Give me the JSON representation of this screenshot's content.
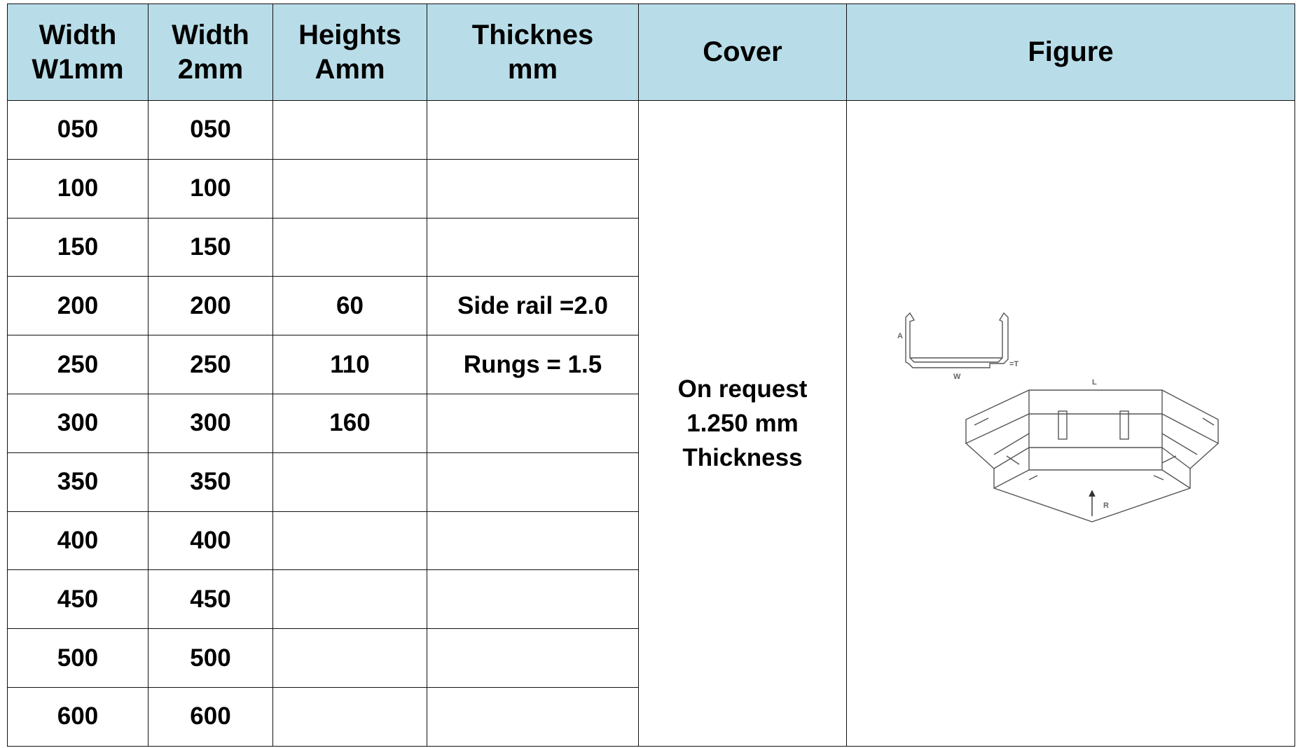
{
  "headers": [
    {
      "line1": "Width",
      "line2": "W1mm"
    },
    {
      "line1": "Width",
      "line2": "2mm"
    },
    {
      "line1": "Heights",
      "line2": "Amm"
    },
    {
      "line1": "Thicknes",
      "line2": "mm"
    },
    {
      "line1": "Cover",
      "line2": ""
    },
    {
      "line1": "Figure",
      "line2": ""
    }
  ],
  "rows": [
    {
      "w1": "050",
      "w2": "050",
      "height": "",
      "thickness": ""
    },
    {
      "w1": "100",
      "w2": "100",
      "height": "",
      "thickness": ""
    },
    {
      "w1": "150",
      "w2": "150",
      "height": "",
      "thickness": ""
    },
    {
      "w1": "200",
      "w2": "200",
      "height": "60",
      "thickness": "Side rail =2.0"
    },
    {
      "w1": "250",
      "w2": "250",
      "height": "110",
      "thickness": "Rungs = 1.5"
    },
    {
      "w1": "300",
      "w2": "300",
      "height": "160",
      "thickness": ""
    },
    {
      "w1": "350",
      "w2": "350",
      "height": "",
      "thickness": ""
    },
    {
      "w1": "400",
      "w2": "400",
      "height": "",
      "thickness": ""
    },
    {
      "w1": "450",
      "w2": "450",
      "height": "",
      "thickness": ""
    },
    {
      "w1": "500",
      "w2": "500",
      "height": "",
      "thickness": ""
    },
    {
      "w1": "600",
      "w2": "600",
      "height": "",
      "thickness": ""
    }
  ],
  "cover": {
    "line1": "On request",
    "line2": "1.250 mm",
    "line3": "Thickness"
  },
  "figure_labels": {
    "a": "A",
    "w": "W",
    "t": "=T",
    "l": "L",
    "r": "R"
  },
  "colors": {
    "header_bg": "#b8dde8",
    "border": "#111111"
  }
}
